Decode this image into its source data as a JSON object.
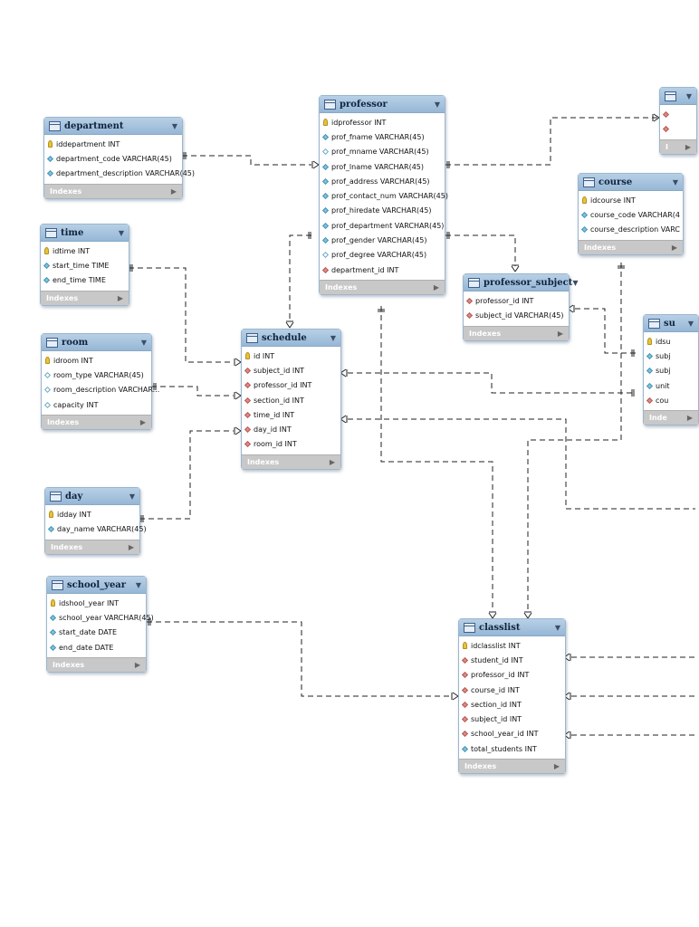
{
  "tables": {
    "department": {
      "name": "department",
      "columns": [
        {
          "icon": "key-icon",
          "text": "iddepartment INT"
        },
        {
          "icon": "column-icon",
          "text": "department_code VARCHAR(45)"
        },
        {
          "icon": "column-icon",
          "text": "department_description VARCHAR(45)"
        }
      ],
      "footer": "Indexes"
    },
    "professor": {
      "name": "professor",
      "columns": [
        {
          "icon": "key-icon",
          "text": "idprofessor INT"
        },
        {
          "icon": "column-icon",
          "text": "prof_fname VARCHAR(45)"
        },
        {
          "icon": "nullable-column-icon",
          "text": "prof_mname VARCHAR(45)"
        },
        {
          "icon": "column-icon",
          "text": "prof_lname VARCHAR(45)"
        },
        {
          "icon": "column-icon",
          "text": "prof_address VARCHAR(45)"
        },
        {
          "icon": "column-icon",
          "text": "prof_contact_num VARCHAR(45)"
        },
        {
          "icon": "column-icon",
          "text": "prof_hiredate VARCHAR(45)"
        },
        {
          "icon": "column-icon",
          "text": "prof_department VARCHAR(45)"
        },
        {
          "icon": "column-icon",
          "text": "prof_gender VARCHAR(45)"
        },
        {
          "icon": "nullable-column-icon",
          "text": "prof_degree VARCHAR(45)"
        },
        {
          "icon": "foreign-key-icon",
          "text": "department_id INT"
        }
      ],
      "footer": "Indexes"
    },
    "time": {
      "name": "time",
      "columns": [
        {
          "icon": "key-icon",
          "text": "idtime INT"
        },
        {
          "icon": "column-icon",
          "text": "start_time TIME"
        },
        {
          "icon": "column-icon",
          "text": "end_time TIME"
        }
      ],
      "footer": "Indexes"
    },
    "course": {
      "name": "course",
      "columns": [
        {
          "icon": "key-icon",
          "text": "idcourse INT"
        },
        {
          "icon": "column-icon",
          "text": "course_code VARCHAR(4"
        },
        {
          "icon": "column-icon",
          "text": "course_description VARC"
        }
      ],
      "footer": "Indexes"
    },
    "professor_subject": {
      "name": "professor_subject",
      "columns": [
        {
          "icon": "foreign-key-icon",
          "text": "professor_id INT"
        },
        {
          "icon": "foreign-key-icon",
          "text": "subject_id VARCHAR(45)"
        }
      ],
      "footer": "Indexes"
    },
    "room": {
      "name": "room",
      "columns": [
        {
          "icon": "key-icon",
          "text": "idroom INT"
        },
        {
          "icon": "nullable-column-icon",
          "text": "room_type VARCHAR(45)"
        },
        {
          "icon": "nullable-column-icon",
          "text": "room_description VARCHAR..."
        },
        {
          "icon": "nullable-column-icon",
          "text": "capacity INT"
        }
      ],
      "footer": "Indexes"
    },
    "schedule": {
      "name": "schedule",
      "columns": [
        {
          "icon": "key-icon",
          "text": "id INT"
        },
        {
          "icon": "foreign-key-icon",
          "text": "subject_id INT"
        },
        {
          "icon": "foreign-key-icon",
          "text": "professor_id INT"
        },
        {
          "icon": "foreign-key-icon",
          "text": "section_id INT"
        },
        {
          "icon": "foreign-key-icon",
          "text": "time_id INT"
        },
        {
          "icon": "foreign-key-icon",
          "text": "day_id INT"
        },
        {
          "icon": "foreign-key-icon",
          "text": "room_id INT"
        }
      ],
      "footer": "Indexes"
    },
    "subject": {
      "name": "su",
      "columns": [
        {
          "icon": "key-icon",
          "text": "idsu"
        },
        {
          "icon": "column-icon",
          "text": "subj"
        },
        {
          "icon": "column-icon",
          "text": "subj"
        },
        {
          "icon": "column-icon",
          "text": "unit"
        },
        {
          "icon": "foreign-key-icon",
          "text": "cou"
        }
      ],
      "footer": "Inde"
    },
    "day": {
      "name": "day",
      "columns": [
        {
          "icon": "key-icon",
          "text": "idday INT"
        },
        {
          "icon": "column-icon",
          "text": "day_name VARCHAR(45)"
        }
      ],
      "footer": "Indexes"
    },
    "school_year": {
      "name": "school_year",
      "columns": [
        {
          "icon": "key-icon",
          "text": "idshool_year INT"
        },
        {
          "icon": "column-icon",
          "text": "school_year VARCHAR(45)"
        },
        {
          "icon": "column-icon",
          "text": "start_date DATE"
        },
        {
          "icon": "column-icon",
          "text": "end_date DATE"
        }
      ],
      "footer": "Indexes"
    },
    "classlist": {
      "name": "classlist",
      "columns": [
        {
          "icon": "key-icon",
          "text": "idclasslist INT"
        },
        {
          "icon": "foreign-key-icon",
          "text": "student_id INT"
        },
        {
          "icon": "foreign-key-icon",
          "text": "professor_id INT"
        },
        {
          "icon": "foreign-key-icon",
          "text": "course_id INT"
        },
        {
          "icon": "foreign-key-icon",
          "text": "section_id INT"
        },
        {
          "icon": "foreign-key-icon",
          "text": "subject_id INT"
        },
        {
          "icon": "foreign-key-icon",
          "text": "school_year_id INT"
        },
        {
          "icon": "column-icon",
          "text": "total_students INT"
        }
      ],
      "footer": "Indexes"
    },
    "offscreen_top": {
      "name": "",
      "columns": [
        {
          "icon": "foreign-key-icon",
          "text": ""
        },
        {
          "icon": "foreign-key-icon",
          "text": ""
        }
      ],
      "footer": "I"
    }
  },
  "colors": {
    "header_top": "#b8d0e6",
    "header_bottom": "#95b7d6",
    "footer": "#c8c8c8",
    "key": "#e8c43a",
    "column": "#7fc3df",
    "foreign_key": "#e08a86",
    "line": "#222222"
  }
}
